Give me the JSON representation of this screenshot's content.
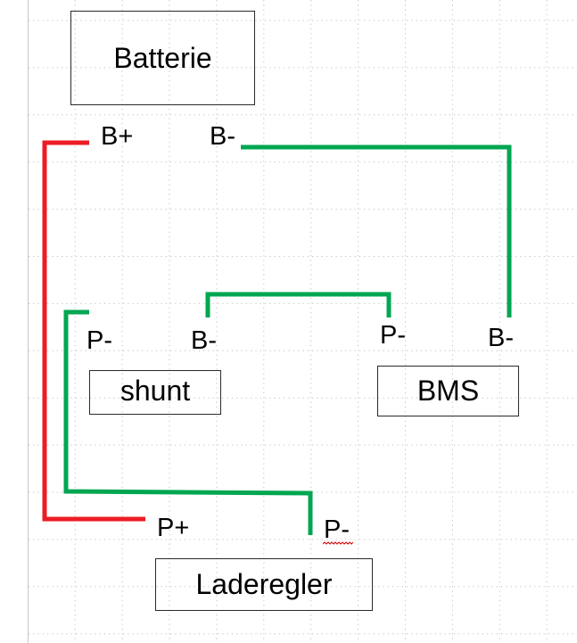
{
  "diagram": {
    "components": [
      {
        "id": "batterie",
        "label": "Batterie"
      },
      {
        "id": "shunt",
        "label": "shunt"
      },
      {
        "id": "bms",
        "label": "BMS"
      },
      {
        "id": "laderegler",
        "label": "Laderegler"
      }
    ],
    "terminals": {
      "batterie_bplus": "B+",
      "batterie_bminus": "B-",
      "shunt_pminus": "P-",
      "shunt_bminus": "B-",
      "bms_pminus": "P-",
      "bms_bminus": "B-",
      "laderegler_pplus": "P+",
      "laderegler_pminus": "P-"
    },
    "wires": [
      {
        "name": "positive-wire",
        "from": "B+",
        "to": "Laderegler P+",
        "color": "#ED1C24"
      },
      {
        "name": "battery-negative-wire",
        "from": "Batterie B-",
        "to": "BMS B-",
        "color": "#00A651"
      },
      {
        "name": "shunt-bms-wire",
        "from": "shunt B-",
        "to": "BMS P-",
        "color": "#00A651"
      },
      {
        "name": "shunt-charger-wire",
        "from": "shunt P-",
        "to": "Laderegler P-",
        "color": "#00A651"
      }
    ],
    "colors": {
      "positive": "#ED1C24",
      "negative": "#00A651",
      "grid": "#c0c0c0",
      "spellcheck": "#d00000"
    }
  }
}
